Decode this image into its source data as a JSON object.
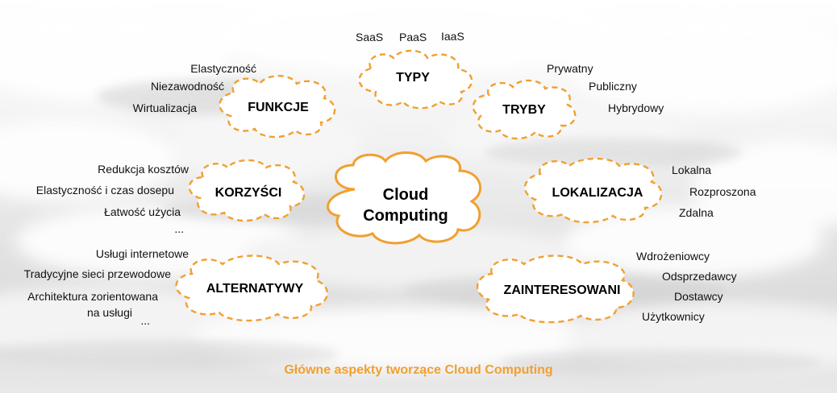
{
  "center": {
    "line1": "Cloud",
    "line2": "Computing"
  },
  "caption": "Główne aspekty tworzące Cloud Computing",
  "colors": {
    "accent": "#f0a030",
    "cloud_fill": "#ffffff",
    "text": "#111111"
  },
  "nodes": {
    "typy": {
      "title": "TYPY",
      "items": [
        "SaaS",
        "PaaS",
        "IaaS"
      ]
    },
    "funkcje": {
      "title": "FUNKCJE",
      "items": [
        "Elastyczność",
        "Niezawodność",
        "Wirtualizacja"
      ]
    },
    "tryby": {
      "title": "TRYBY",
      "items": [
        "Prywatny",
        "Publiczny",
        "Hybrydowy"
      ]
    },
    "korzysci": {
      "title": "KORZYŚCI",
      "items": [
        "Redukcja kosztów",
        "Elastyczność i czas dosepu",
        "Łatwość użycia",
        "..."
      ]
    },
    "lokalizacja": {
      "title": "LOKALIZACJA",
      "items": [
        "Lokalna",
        "Rozproszona",
        "Zdalna"
      ]
    },
    "alternatywy": {
      "title": "ALTERNATYWY",
      "items": [
        "Usługi internetowe",
        "Tradycyjne sieci przewodowe",
        "Architektura zorientowana",
        "na usługi",
        "..."
      ]
    },
    "zainteresowani": {
      "title": "ZAINTERESOWANI",
      "items": [
        "Wdrożeniowcy",
        "Odsprzedawcy",
        "Dostawcy",
        "Użytkownicy"
      ]
    }
  }
}
